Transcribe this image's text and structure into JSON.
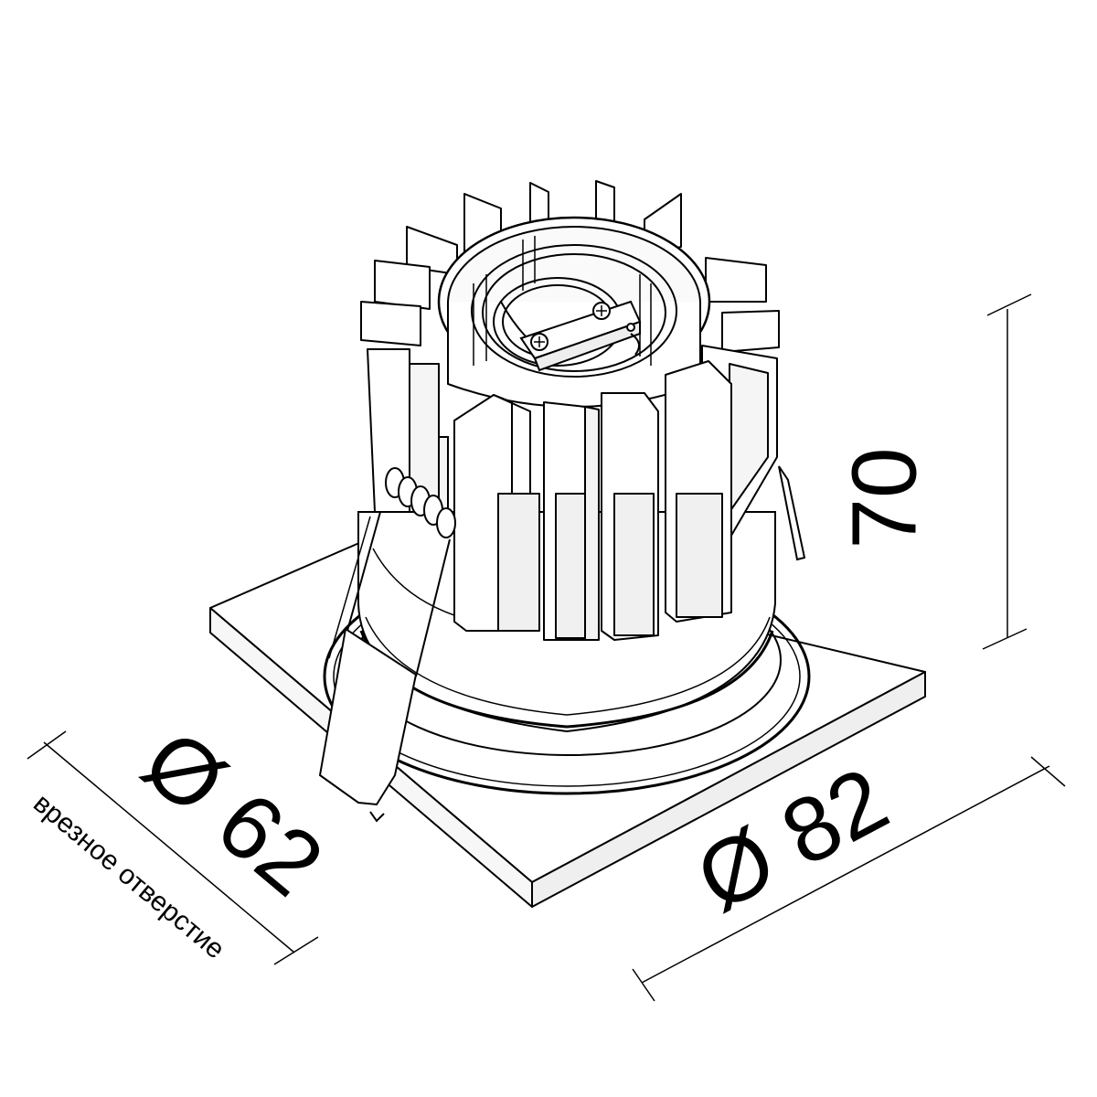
{
  "dimensions": {
    "height_value": "70",
    "cutout_value": "Ø 62",
    "cutout_caption": "врезное отверстие",
    "outer_value": "Ø 82"
  },
  "colors": {
    "line": "#000000",
    "fill": "#ffffff",
    "shade": "#f2f2f2"
  }
}
